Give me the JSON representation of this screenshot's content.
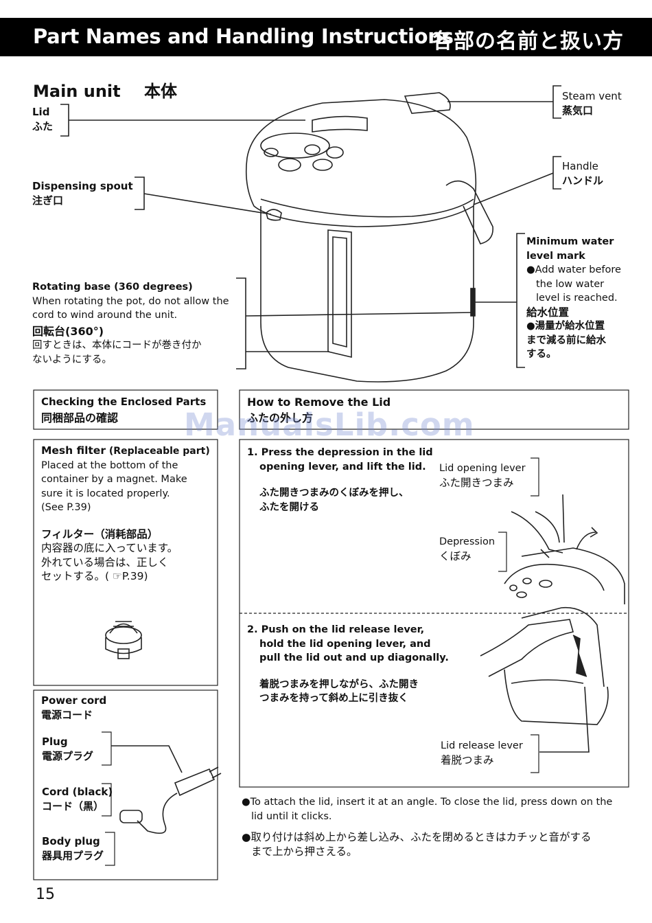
{
  "header": {
    "title_en": "Part Names and Handling Instructions",
    "title_jp": "各部の名前と扱い方"
  },
  "main_unit": {
    "title_en": "Main unit",
    "title_jp": "本体",
    "lid": {
      "en": "Lid",
      "jp": "ふた"
    },
    "dispensing_spout": {
      "en": "Dispensing spout",
      "jp": "注ぎ口"
    },
    "rotating_base": {
      "title_en": "Rotating base (360 degrees)",
      "desc_en_1": "When rotating the pot, do not allow the",
      "desc_en_2": "cord to wind around the unit.",
      "title_jp": "回転台(360°)",
      "desc_jp_1": "回すときは、本体にコードが巻き付か",
      "desc_jp_2": "ないようにする。"
    },
    "steam_vent": {
      "en": "Steam vent",
      "jp": "蒸気口"
    },
    "handle": {
      "en": "Handle",
      "jp": "ハンドル"
    },
    "min_water": {
      "title_1": "Minimum water",
      "title_2": "level mark",
      "note_1": "●Add water before",
      "note_2": "the low water",
      "note_3": "level is reached.",
      "title_jp": "給水位置",
      "note_jp_1": "●湯量が給水位置",
      "note_jp_2": "まで減る前に給水",
      "note_jp_3": "する。"
    }
  },
  "enclosed": {
    "title_en": "Checking the Enclosed Parts",
    "title_jp": "同梱部品の確認",
    "mesh": {
      "title": "Mesh filter",
      "title_paren": "(Replaceable part)",
      "l1": "Placed at the bottom of the",
      "l2": "container by a magnet. Make",
      "l3": "sure it is located properly.",
      "l4": "(See P.39)",
      "jp_title": "フィルター（消耗部品）",
      "jp1": "内容器の底に入っています。",
      "jp2": "外れている場合は、正しく",
      "jp3": "セットする。( ☞P.39)"
    },
    "power": {
      "title_en": "Power cord",
      "title_jp": "電源コード",
      "plug_en": "Plug",
      "plug_jp": "電源プラグ",
      "cord_en": "Cord (black)",
      "cord_jp": "コード（黒）",
      "body_en": "Body plug",
      "body_jp": "器具用プラグ"
    }
  },
  "remove_lid": {
    "title_en": "How to Remove the Lid",
    "title_jp": "ふたの外し方",
    "step1_l1": "1. Press the depression in the lid",
    "step1_l2": "opening lever, and lift the lid.",
    "step1_jp_1": "ふた開きつまみのくぼみを押し、",
    "step1_jp_2": "ふたを開ける",
    "lever_en": "Lid opening lever",
    "lever_jp": "ふた開きつまみ",
    "dep_en": "Depression",
    "dep_jp": "くぼみ",
    "step2_l1": "2. Push on the lid release lever,",
    "step2_l2": "hold the lid opening lever, and",
    "step2_l3": "pull the lid out and up diagonally.",
    "step2_jp_1": "着脱つまみを押しながら、ふた開き",
    "step2_jp_2": "つまみを持って斜め上に引き抜く",
    "release_en": "Lid release lever",
    "release_jp": "着脱つまみ",
    "note_en_1": "●To attach the lid, insert it at an angle. To close the lid, press down on the",
    "note_en_2": "lid until it clicks.",
    "note_jp_1": "●取り付けは斜め上から差し込み、ふたを閉めるときはカチッと音がする",
    "note_jp_2": "まで上から押さえる。"
  },
  "watermark": "ManualsLib.com",
  "page_number": "15"
}
